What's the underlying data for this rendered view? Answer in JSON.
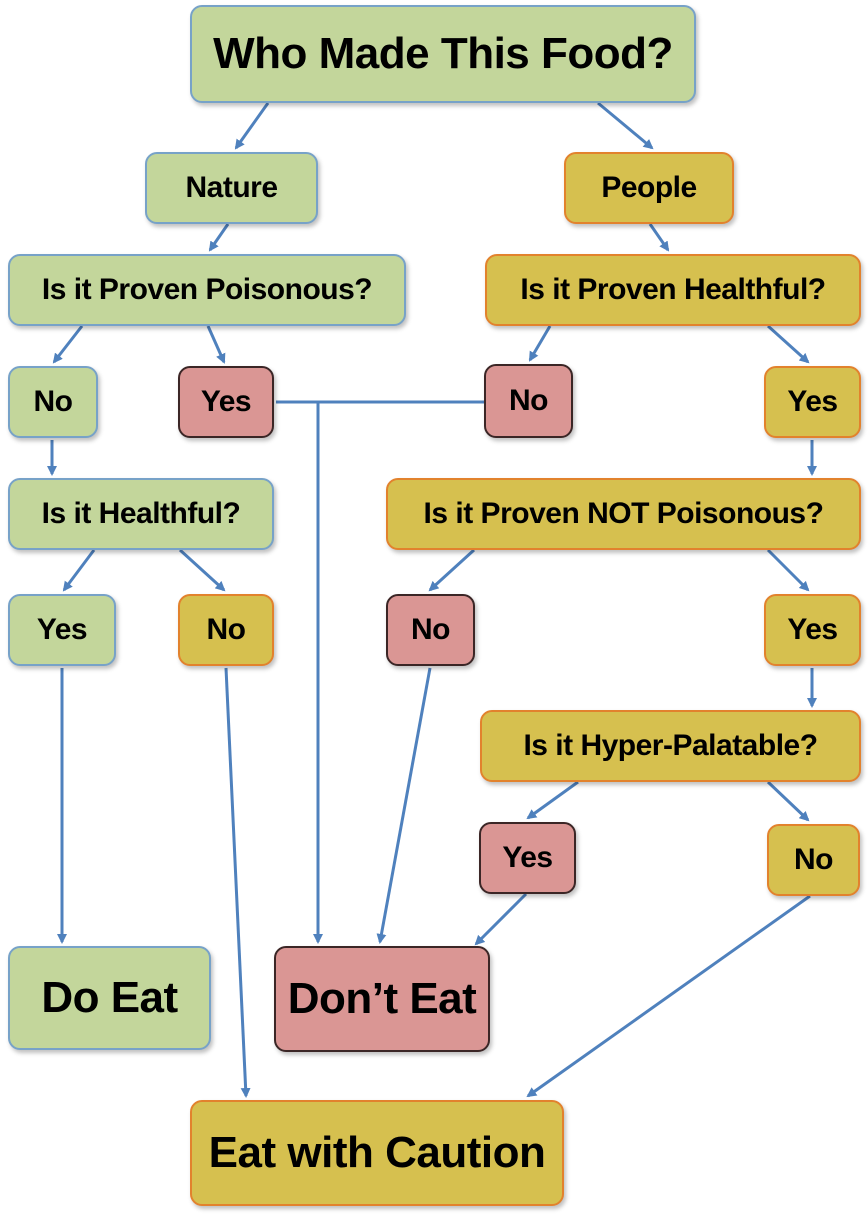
{
  "colors": {
    "green_fill": "#c3d69b",
    "green_border": "#77a2c8",
    "gold_fill": "#d6c04f",
    "gold_border": "#e2822d",
    "red_fill": "#da9694",
    "red_border": "#3b2626",
    "arrow": "#4f81bd"
  },
  "nodes": {
    "root": "Who Made This Food?",
    "nature": "Nature",
    "people": "People",
    "proven_poisonous": "Is it Proven Poisonous?",
    "proven_healthful": "Is it Proven Healthful?",
    "nature_no": "No",
    "nature_yes": "Yes",
    "people_no": "No",
    "people_yes": "Yes",
    "healthful": "Is it Healthful?",
    "proven_not_poisonous": "Is it Proven NOT Poisonous?",
    "healthful_yes": "Yes",
    "healthful_no": "No",
    "not_poisonous_no": "No",
    "not_poisonous_yes": "Yes",
    "hyper_palatable": "Is it Hyper-Palatable?",
    "palatable_yes": "Yes",
    "palatable_no": "No",
    "do_eat": "Do Eat",
    "dont_eat": "Don’t Eat",
    "eat_with_caution": "Eat with Caution"
  }
}
